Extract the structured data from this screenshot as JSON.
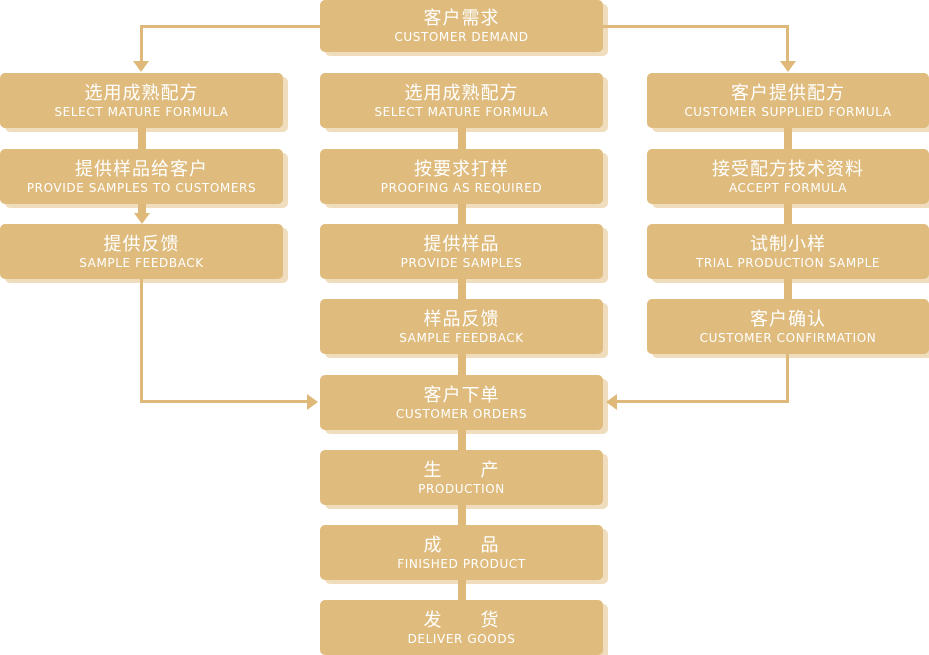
{
  "colors": {
    "box-fill": "#DFBC7E",
    "connector": "#DEB979",
    "text": "#FFFFFF",
    "background": "#FFFFFF"
  },
  "nodes": {
    "customer_demand": {
      "zh": "客户需求",
      "en": "CUSTOMER DEMAND"
    },
    "select_mature_formula_left": {
      "zh": "选用成熟配方",
      "en": "SELECT MATURE FORMULA"
    },
    "provide_samples_to_customers": {
      "zh": "提供样品给客户",
      "en": "PROVIDE SAMPLES TO CUSTOMERS"
    },
    "sample_feedback_left": {
      "zh": "提供反馈",
      "en": "SAMPLE FEEDBACK"
    },
    "select_mature_formula_mid": {
      "zh": "选用成熟配方",
      "en": "SELECT MATURE FORMULA"
    },
    "proofing_as_required": {
      "zh": "按要求打样",
      "en": "PROOFING AS REQUIRED"
    },
    "provide_samples": {
      "zh": "提供样品",
      "en": "PROVIDE SAMPLES"
    },
    "sample_feedback_mid": {
      "zh": "样品反馈",
      "en": "SAMPLE FEEDBACK"
    },
    "customer_orders": {
      "zh": "客户下单",
      "en": "CUSTOMER ORDERS"
    },
    "production": {
      "zh": "生　　产",
      "en": "PRODUCTION"
    },
    "finished_product": {
      "zh": "成　　品",
      "en": "FINISHED PRODUCT"
    },
    "deliver_goods": {
      "zh": "发　　货",
      "en": "DELIVER GOODS"
    },
    "customer_supplied_formula": {
      "zh": "客户提供配方",
      "en": "CUSTOMER SUPPLIED FORMULA"
    },
    "accept_formula": {
      "zh": "接受配方技术资料",
      "en": "ACCEPT FORMULA"
    },
    "trial_production_sample": {
      "zh": "试制小样",
      "en": "TRIAL PRODUCTION SAMPLE"
    },
    "customer_confirmation": {
      "zh": "客户确认",
      "en": "CUSTOMER CONFIRMATION"
    }
  }
}
